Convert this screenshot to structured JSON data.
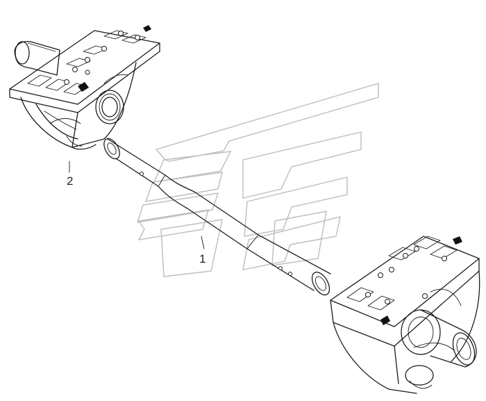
{
  "callouts": [
    {
      "id": "axle-shaft",
      "number": "1"
    },
    {
      "id": "balancer-bracket",
      "number": "2"
    }
  ],
  "colors": {
    "line": "#1a1a1a",
    "watermark": "#bdbdbd",
    "background": "#ffffff"
  }
}
